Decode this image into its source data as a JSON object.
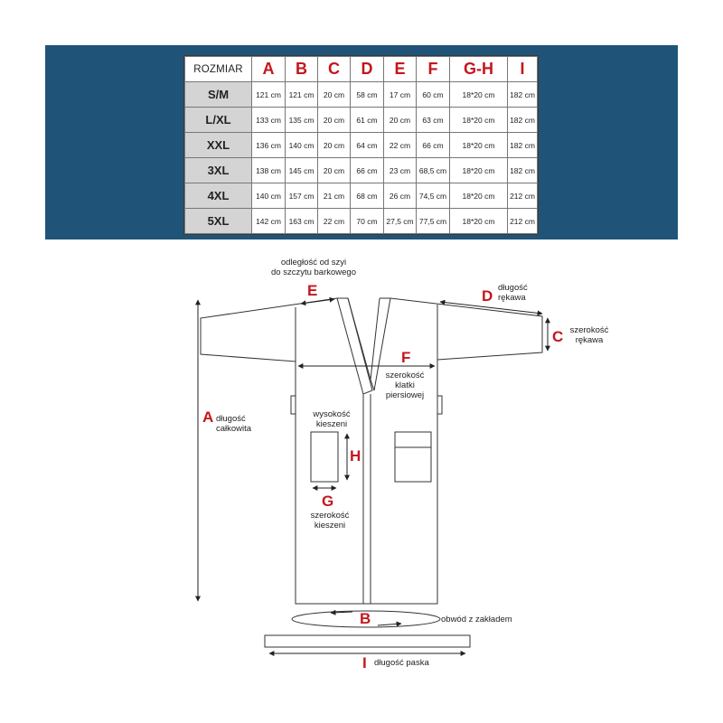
{
  "table": {
    "header_label": "ROZMIAR",
    "columns": [
      "A",
      "B",
      "C",
      "D",
      "E",
      "F",
      "G-H",
      "I"
    ],
    "rows": [
      {
        "size": "S/M",
        "values": [
          "121 cm",
          "121 cm",
          "20 cm",
          "58 cm",
          "17 cm",
          "60 cm",
          "18*20 cm",
          "182 cm"
        ]
      },
      {
        "size": "L/XL",
        "values": [
          "133 cm",
          "135 cm",
          "20 cm",
          "61 cm",
          "20 cm",
          "63 cm",
          "18*20 cm",
          "182 cm"
        ]
      },
      {
        "size": "XXL",
        "values": [
          "136 cm",
          "140 cm",
          "20 cm",
          "64 cm",
          "22 cm",
          "66 cm",
          "18*20 cm",
          "182 cm"
        ]
      },
      {
        "size": "3XL",
        "values": [
          "138 cm",
          "145 cm",
          "20 cm",
          "66 cm",
          "23 cm",
          "68,5 cm",
          "18*20 cm",
          "182 cm"
        ]
      },
      {
        "size": "4XL",
        "values": [
          "140 cm",
          "157 cm",
          "21 cm",
          "68 cm",
          "26 cm",
          "74,5 cm",
          "18*20 cm",
          "212 cm"
        ]
      },
      {
        "size": "5XL",
        "values": [
          "142 cm",
          "163 cm",
          "22 cm",
          "70 cm",
          "27,5 cm",
          "77,5 cm",
          "18*20 cm",
          "212 cm"
        ]
      }
    ]
  },
  "diagram": {
    "letters": {
      "A": "A",
      "B": "B",
      "C": "C",
      "D": "D",
      "E": "E",
      "F": "F",
      "G": "G",
      "H": "H",
      "I": "I"
    },
    "labels": {
      "neck_1": "odległość od szyi",
      "neck_2": "do szczytu barkowego",
      "sleeve_len_1": "długość",
      "sleeve_len_2": "rękawa",
      "sleeve_w_1": "szerokość",
      "sleeve_w_2": "rękawa",
      "chest_1": "szerokość",
      "chest_2": "klatki",
      "chest_3": "piersiowej",
      "total_1": "długość",
      "total_2": "całkowita",
      "pocket_h_1": "wysokość",
      "pocket_h_2": "kieszeni",
      "pocket_w_1": "szerokość",
      "pocket_w_2": "kieszeni",
      "girth": "obwód z zakładem",
      "belt": "długość paska"
    },
    "colors": {
      "accent": "#c4161c",
      "banner": "#1f5478",
      "header_cell": "#d4d4d4",
      "line": "#333333"
    }
  }
}
